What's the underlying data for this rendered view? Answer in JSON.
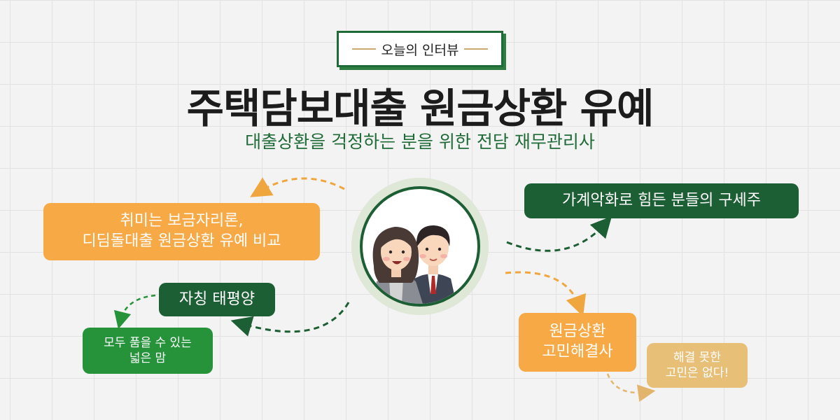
{
  "tag": {
    "label": "오늘의 인터뷰"
  },
  "title": "주택담보대출 원금상환 유예",
  "subtitle": "대출상환을 걱정하는 분을 위한 전담 재무관리사",
  "bubbles": {
    "left_top": {
      "line1": "취미는 보금자리론,",
      "line2": "디딤돌대출 원금상환 유예 비교"
    },
    "right_top": {
      "label": "가계악화로 힘든 분들의 구세주"
    },
    "left_mid": {
      "label": "자칭 태평양"
    },
    "left_bottom": {
      "line1": "모두 품을 수 있는",
      "line2": "넓은 맘"
    },
    "right_mid": {
      "line1": "원금상환",
      "line2": "고민해결사"
    },
    "right_bottom": {
      "line1": "해결 못한",
      "line2": "고민은 없다!"
    }
  },
  "colors": {
    "dark_green": "#1d5f34",
    "green": "#26933b",
    "orange": "#f7a945",
    "tan": "#e8bf77",
    "background": "#f3f3f3"
  }
}
